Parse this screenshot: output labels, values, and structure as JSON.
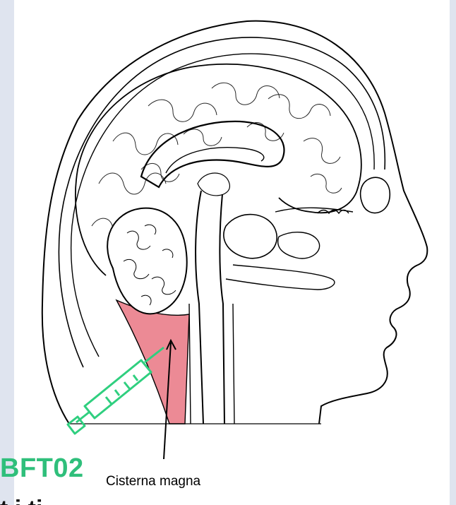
{
  "labels": {
    "code": "BFT02",
    "structure": "Cisterna magna",
    "partial_text": "t i ti"
  },
  "colors": {
    "cisterna_fill": "#ec8a95",
    "syringe": "#2fcf7f",
    "code_text": "#2fbf7b",
    "panel_bg": "#ffffff",
    "page_bg": "#dfe4ef"
  },
  "icons": {
    "syringe": "syringe-icon"
  }
}
